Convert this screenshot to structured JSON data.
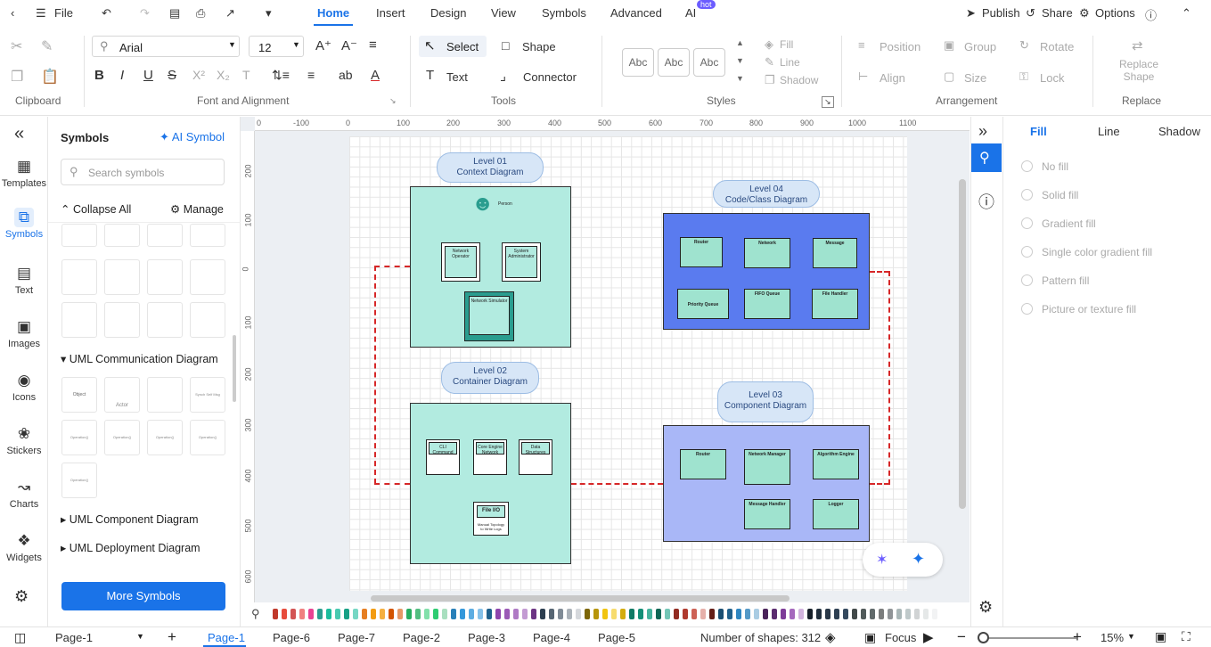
{
  "menubar": {
    "file": "File",
    "tabs": [
      "Home",
      "Insert",
      "Design",
      "View",
      "Symbols",
      "Advanced",
      "AI"
    ],
    "ai_badge": "hot",
    "publish": "Publish",
    "share": "Share",
    "options": "Options"
  },
  "ribbon": {
    "font_name": "Arial",
    "font_size": "12",
    "select": "Select",
    "shape": "Shape",
    "text": "Text",
    "connector": "Connector",
    "style_samples": [
      "Abc",
      "Abc",
      "Abc"
    ],
    "fill": "Fill",
    "line": "Line",
    "shadow": "Shadow",
    "position": "Position",
    "group": "Group",
    "rotate": "Rotate",
    "align": "Align",
    "size": "Size",
    "lock": "Lock",
    "replace_shape": "Replace Shape",
    "groups": [
      "Clipboard",
      "Font and Alignment",
      "Tools",
      "Styles",
      "Arrangement",
      "Replace"
    ]
  },
  "leftnav": [
    "Templates",
    "Symbols",
    "Text",
    "Images",
    "Icons",
    "Stickers",
    "Charts",
    "Widgets"
  ],
  "symbols": {
    "title": "Symbols",
    "ai_symbol": "AI Symbol",
    "search_placeholder": "Search symbols",
    "collapse_all": "Collapse All",
    "manage": "Manage",
    "uml_comm": "UML Communication Diagram",
    "comm_items": [
      "Object",
      "Actor",
      "",
      "Synch Self Msg",
      "Operation()",
      "Operation()",
      "Operation()",
      "Operation()",
      "Operation()"
    ],
    "uml_component": "UML Component Diagram",
    "uml_deployment": "UML Deployment Diagram",
    "more": "More Symbols"
  },
  "ruler": {
    "h": [
      "0",
      "-100",
      "0",
      "100",
      "200",
      "300",
      "400",
      "500",
      "600",
      "700",
      "800",
      "900",
      "1000",
      "1100"
    ],
    "v": [
      "200",
      "100",
      "0",
      "100",
      "200",
      "300",
      "400",
      "500",
      "600"
    ]
  },
  "diagram": {
    "level1": "Level 01\nContext Diagram",
    "level2": "Level 02\nContainer Diagram",
    "level3": "Level 03\nComponent Diagram",
    "level4": "Level 04\nCode/Class Diagram",
    "person": "Person",
    "network_operator": "Network Operator",
    "system_admin": "System Administrator",
    "network_simulator": "Network Simulator",
    "cli": "CLI Command Line Interface",
    "core_engine": "Core Engine Network Simulation",
    "data_structures": "Data Structures",
    "file_io": "File I/O",
    "file_io_sub": "Manual Topology to Write Logs",
    "router": "Router",
    "network": "Network",
    "message": "Message",
    "priority_queue": "Priority Queue",
    "fifo_queue": "FIFO Queue",
    "file_handler": "File Handler",
    "network_manager": "Network Manager",
    "algorithm_engine": "Algorithm Engine",
    "message_handler": "Message Handler",
    "logger": "Logger"
  },
  "rightpanel": {
    "tabs": [
      "Fill",
      "Line",
      "Shadow"
    ],
    "options": [
      "No fill",
      "Solid fill",
      "Gradient fill",
      "Single color gradient fill",
      "Pattern fill",
      "Picture or texture fill"
    ]
  },
  "status": {
    "page_select": "Page-1",
    "pages": [
      "Page-1",
      "Page-6",
      "Page-7",
      "Page-2",
      "Page-3",
      "Page-4",
      "Page-5"
    ],
    "shapes": "Number of shapes: 312",
    "focus": "Focus",
    "zoom": "15%"
  },
  "colors": {
    "accent": "#1a73e8",
    "teal": "#b2ebe0",
    "blue": "#5a7bef",
    "lightblue": "#a9b7f7",
    "red": "#d62728"
  }
}
